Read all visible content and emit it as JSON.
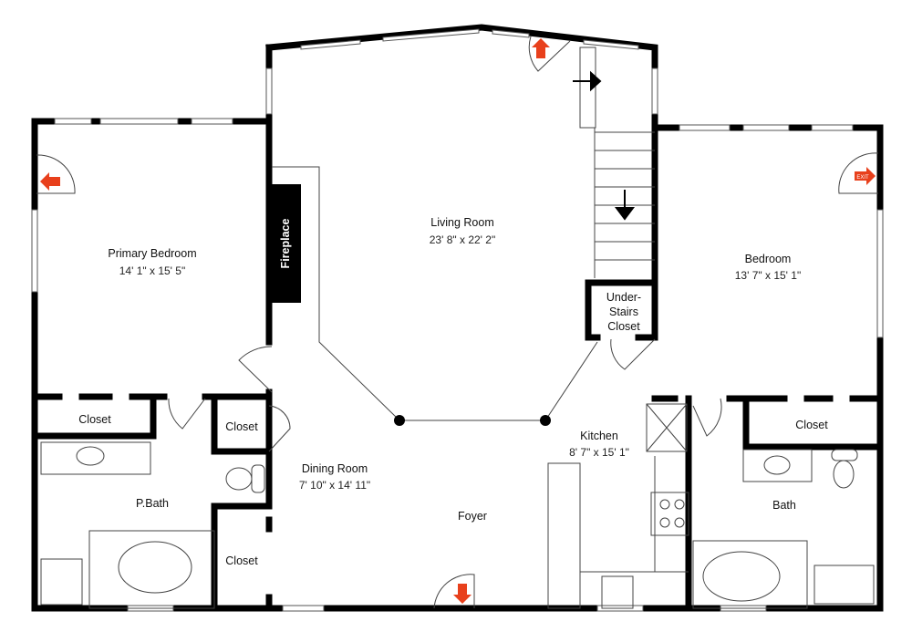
{
  "rooms": {
    "living": {
      "name": "Living Room",
      "dims": "23' 8\" x 22' 2\""
    },
    "primary_bedroom": {
      "name": "Primary Bedroom",
      "dims": "14' 1\" x 15' 5\""
    },
    "bedroom": {
      "name": "Bedroom",
      "dims": "13' 7\" x 15' 1\""
    },
    "dining": {
      "name": "Dining Room",
      "dims": "7' 10\" x 14' 11\""
    },
    "kitchen": {
      "name": "Kitchen",
      "dims": "8' 7\" x 15' 1\""
    },
    "foyer": {
      "name": "Foyer"
    },
    "pbath": {
      "name": "P.Bath"
    },
    "bath": {
      "name": "Bath"
    },
    "closet_primary": {
      "name": "Closet"
    },
    "closet_hall": {
      "name": "Closet"
    },
    "closet_lower": {
      "name": "Closet"
    },
    "closet_bedroom": {
      "name": "Closet"
    },
    "understairs": {
      "line1": "Under-",
      "line2": "Stairs",
      "line3": "Closet"
    },
    "fireplace": {
      "name": "Fireplace"
    }
  },
  "exit_label": "EXIT",
  "colors": {
    "exit": "#e8401c",
    "wall": "#000000"
  }
}
